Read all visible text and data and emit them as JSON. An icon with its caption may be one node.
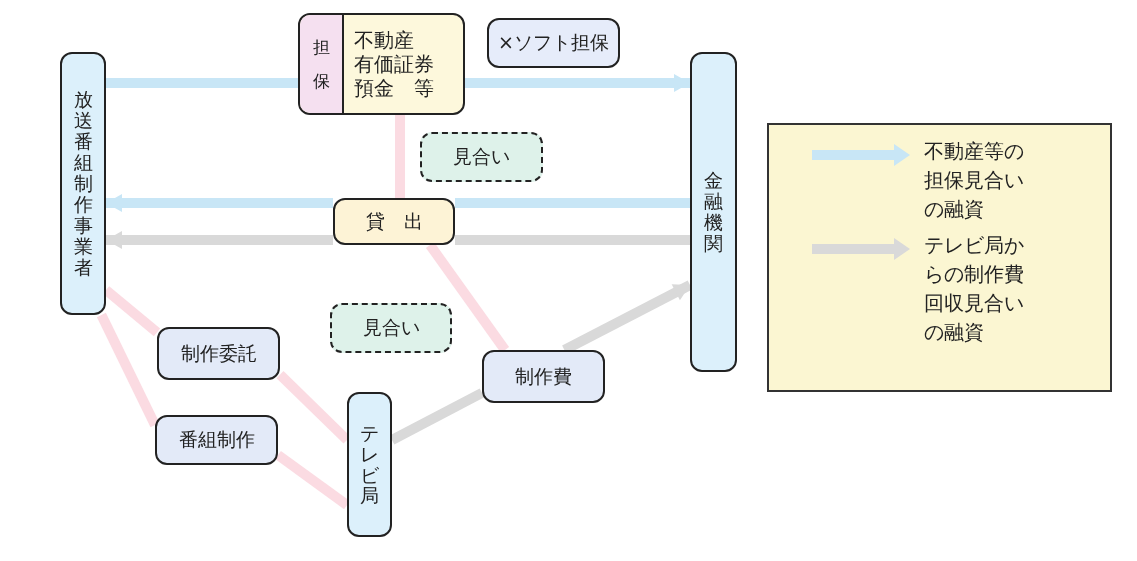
{
  "diagram": {
    "nodes": [
      {
        "text": [
          "放送番組制作事業者"
        ]
      },
      {
        "text": [
          "担保",
          "不動産",
          "有価証券",
          "預金　等"
        ]
      },
      {
        "text": [
          "×ソフト担保"
        ]
      },
      {
        "text": [
          "金融機関"
        ]
      },
      {
        "text": [
          "見合い"
        ]
      },
      {
        "text": [
          "貸　出"
        ]
      },
      {
        "text": [
          "見合い"
        ]
      },
      {
        "text": [
          "制作委託"
        ]
      },
      {
        "text": [
          "制作費"
        ]
      },
      {
        "text": [
          "番組制作"
        ]
      },
      {
        "text": [
          "テレビ局"
        ]
      }
    ],
    "edges": [
      {
        "from": 0,
        "to": 1,
        "arrow": "none",
        "color": "#c8e6f6"
      },
      {
        "from": 1,
        "to": 3,
        "arrow": "to",
        "color": "#c8e6f6"
      },
      {
        "from": 3,
        "to": 5,
        "arrow": "none",
        "color": "#c8e6f6"
      },
      {
        "from": 5,
        "to": 0,
        "arrow": "to",
        "color": "#c8e6f6"
      },
      {
        "from": 3,
        "to": 5,
        "arrow": "none",
        "color": "#d9d9d9"
      },
      {
        "from": 5,
        "to": 0,
        "arrow": "to",
        "color": "#d9d9d9"
      },
      {
        "from": 10,
        "to": 8,
        "arrow": "none",
        "color": "#d9d9d9"
      },
      {
        "from": 8,
        "to": 3,
        "arrow": "to",
        "color": "#d9d9d9"
      },
      {
        "from": 1,
        "to": 5,
        "arrow": "none",
        "color": "#fbdbe2"
      },
      {
        "from": 5,
        "to": 8,
        "arrow": "none",
        "color": "#fbdbe2"
      },
      {
        "from": 0,
        "to": 7,
        "arrow": "none",
        "color": "#fbdbe2"
      },
      {
        "from": 7,
        "to": 10,
        "arrow": "none",
        "color": "#fbdbe2"
      },
      {
        "from": 0,
        "to": 9,
        "arrow": "none",
        "color": "#fbdbe2"
      },
      {
        "from": 9,
        "to": 10,
        "arrow": "none",
        "color": "#fbdbe2"
      }
    ],
    "legend": [
      {
        "text": "不動産等の担保見合いの融資",
        "color": "#c8e6f6"
      },
      {
        "text": "テレビ局からの制作費回収見合いの融資",
        "color": "#d9d9d9"
      }
    ]
  }
}
